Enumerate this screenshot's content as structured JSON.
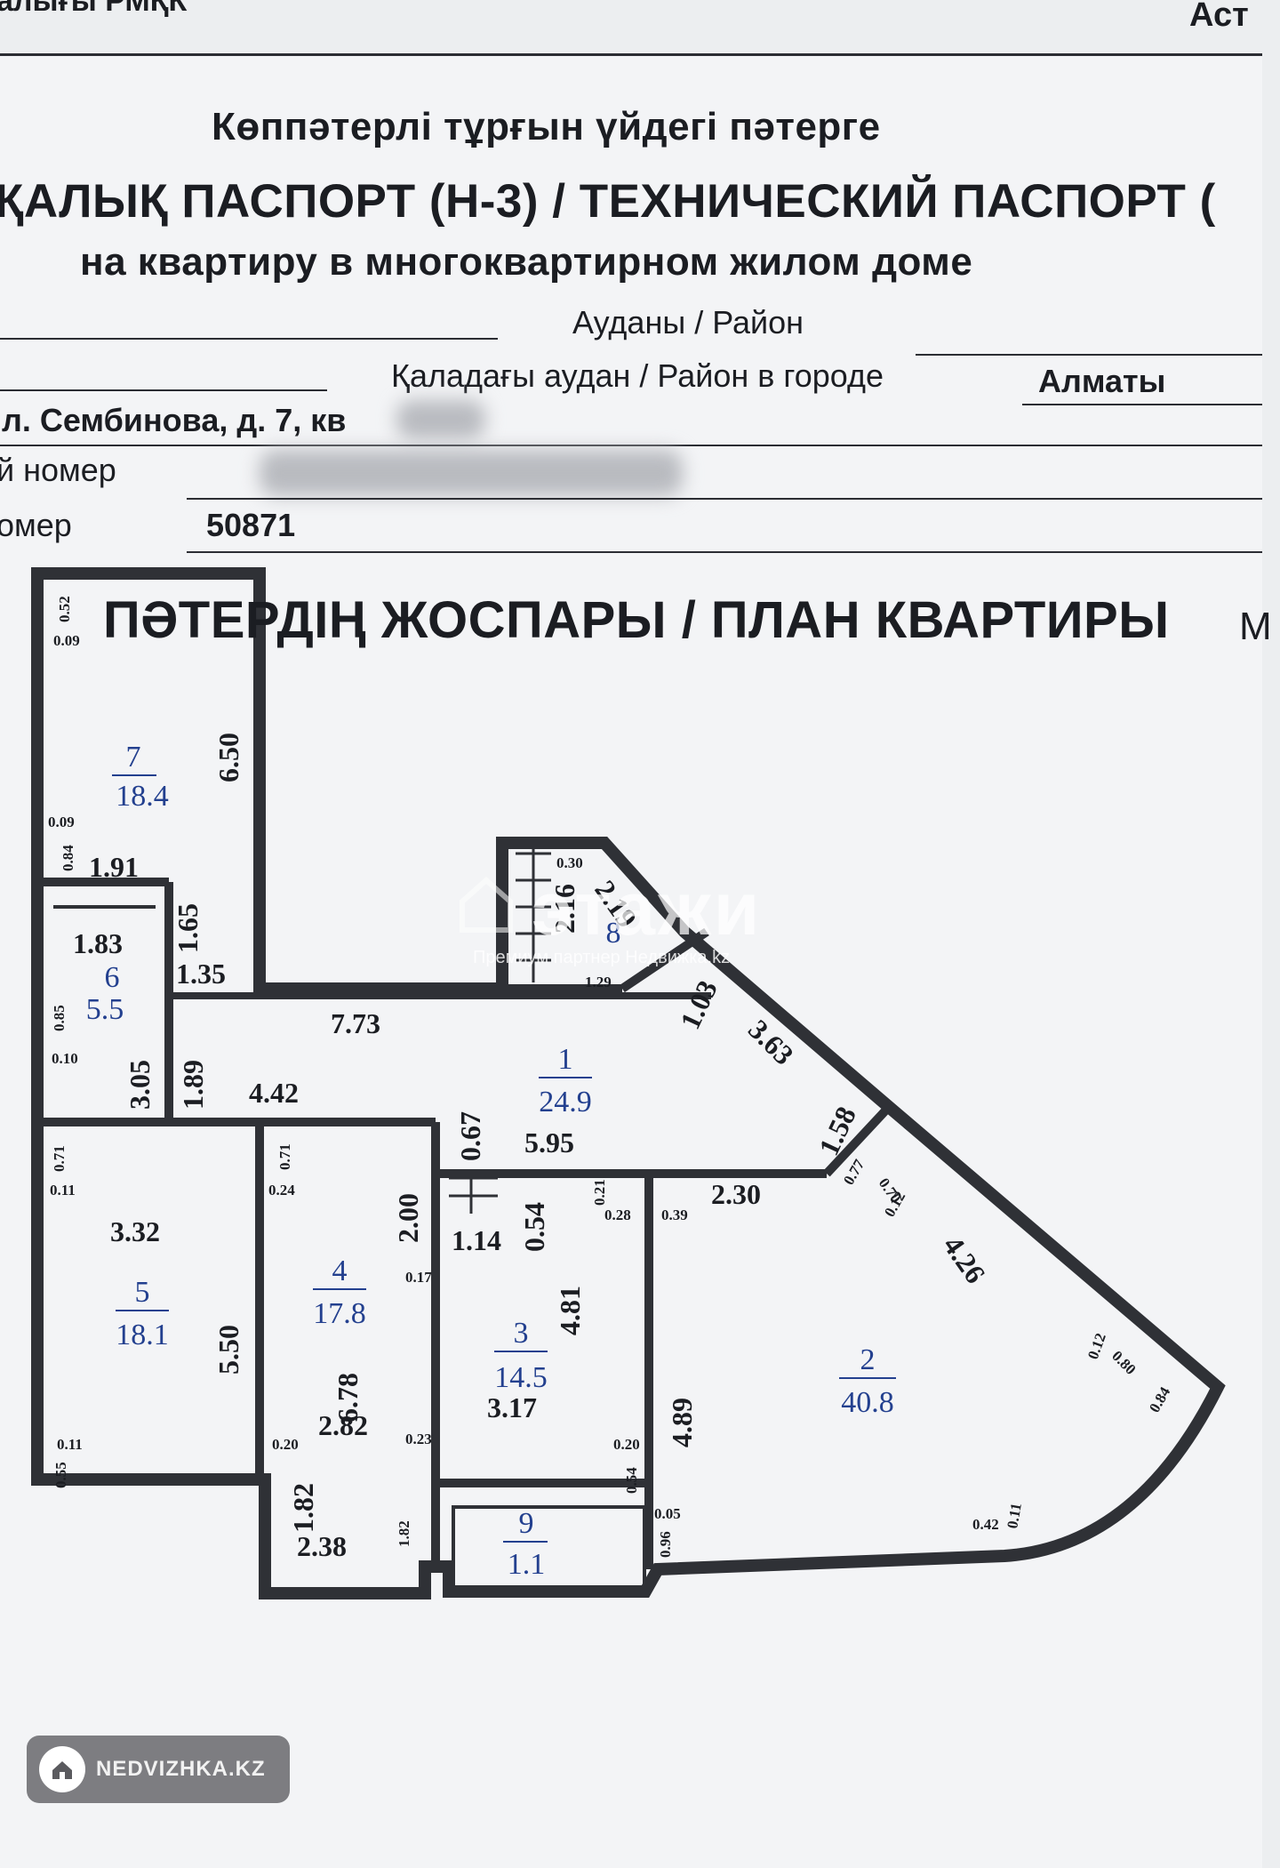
{
  "header": {
    "top_left": "алығы РМҚК",
    "top_right": "Аст",
    "title_kz": "Көппәтерлі тұрғын үйдегі пәтерге",
    "title_main": "ҚАЛЫҚ ПАСПОРТ (Н-3) / ТЕХНИЧЕСКИЙ ПАСПОРТ (",
    "title_ru": "на квартиру в многоквартирном жилом доме"
  },
  "fields": {
    "district_label": "Ауданы / Район",
    "city_district_label": "Қаладағы аудан / Район в городе",
    "city_district_value": "Алматы",
    "address": "л. Сембинова, д. 7, кв",
    "cadastral_label": "й номер",
    "number_label": "омер",
    "number_value": "50871"
  },
  "plan": {
    "title": "ПӘТЕРДІҢ ЖОСПАРЫ / ПЛАН КВАРТИРЫ",
    "title_tail": "М",
    "rooms": [
      {
        "num": "1",
        "area": "24.9"
      },
      {
        "num": "2",
        "area": "40.8"
      },
      {
        "num": "3",
        "area": "14.5"
      },
      {
        "num": "4",
        "area": "17.8"
      },
      {
        "num": "5",
        "area": "18.1"
      },
      {
        "num": "6",
        "area": "5.5"
      },
      {
        "num": "7",
        "area": "18.4"
      },
      {
        "num": "8",
        "area": ""
      },
      {
        "num": "9",
        "area": "1.1"
      }
    ],
    "dims": {
      "d650": "6.50",
      "d191": "1.91",
      "d183": "1.83",
      "d165": "1.65",
      "d135": "1.35",
      "d773": "7.73",
      "d305": "3.05",
      "d189": "1.89",
      "d442": "4.42",
      "d067": "0.67",
      "d595": "5.95",
      "d103": "1.03",
      "d363": "3.63",
      "d158": "1.58",
      "d230": "2.30",
      "d426": "4.26",
      "d332": "3.32",
      "d550": "5.50",
      "d200": "2.00",
      "d114": "1.14",
      "d054": "0.54",
      "d481": "4.81",
      "d678": "6.78",
      "d282": "2.82",
      "d317": "3.17",
      "d489": "4.89",
      "d182a": "1.82",
      "d238": "2.38",
      "d216": "2.16",
      "d219": "2.19"
    },
    "small_dims": {
      "s052": "0.52",
      "s009a": "0.09",
      "s009b": "0.09",
      "s084": "0.84",
      "s085": "0.85",
      "s010": "0.10",
      "s071a": "0.71",
      "s011a": "0.11",
      "s071b": "0.71",
      "s024": "0.24",
      "s017": "0.17",
      "s021": "0.21",
      "s028": "0.28",
      "s039": "0.39",
      "s077": "0.77",
      "s070": "0.70",
      "s012a": "0.12",
      "s012b": "0.12",
      "s080": "0.80",
      "s084b": "0.84",
      "s011b": "0.11",
      "s055": "0.55",
      "s020a": "0.20",
      "s023": "0.23",
      "s020b": "0.20",
      "s054": "0.54",
      "s005": "0.05",
      "s096": "0.96",
      "s042": "0.42",
      "s011c": "0.11",
      "s182b": "1.82",
      "s030": "0.30",
      "s129": "1.29"
    }
  },
  "watermark": {
    "brand": "этажи",
    "sub": "Премиум партнер Недвижка.kz"
  },
  "badge": {
    "label": "NEDVIZHKA.KZ"
  }
}
